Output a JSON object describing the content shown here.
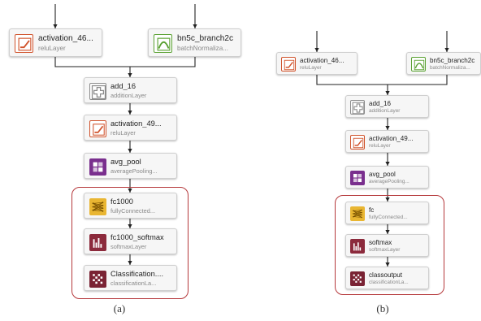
{
  "panels": [
    {
      "caption": "(a)",
      "layers": [
        {
          "name": "activation_46...",
          "type": "reluLayer",
          "icon": "relu-icon"
        },
        {
          "name": "bn5c_branch2c",
          "type": "batchNormaliza...",
          "icon": "batchnorm-icon"
        },
        {
          "name": "add_16",
          "type": "additionLayer",
          "icon": "addition-icon"
        },
        {
          "name": "activation_49...",
          "type": "reluLayer",
          "icon": "relu-icon"
        },
        {
          "name": "avg_pool",
          "type": "averagePooling...",
          "icon": "avgpool-icon"
        },
        {
          "name": "fc1000",
          "type": "fullyConnected...",
          "icon": "fullyconnected-icon"
        },
        {
          "name": "fc1000_softmax",
          "type": "softmaxLayer",
          "icon": "softmax-icon"
        },
        {
          "name": "Classification....",
          "type": "classificationLa...",
          "icon": "classification-icon"
        }
      ]
    },
    {
      "caption": "(b)",
      "layers": [
        {
          "name": "activation_46...",
          "type": "reluLayer",
          "icon": "relu-icon"
        },
        {
          "name": "bn5c_branch2c",
          "type": "batchNormaliza...",
          "icon": "batchnorm-icon"
        },
        {
          "name": "add_16",
          "type": "additionLayer",
          "icon": "addition-icon"
        },
        {
          "name": "activation_49...",
          "type": "reluLayer",
          "icon": "relu-icon"
        },
        {
          "name": "avg_pool",
          "type": "averagePooling...",
          "icon": "avgpool-icon"
        },
        {
          "name": "fc",
          "type": "fullyConnected...",
          "icon": "fullyconnected-icon"
        },
        {
          "name": "softmax",
          "type": "softmaxLayer",
          "icon": "softmax-icon"
        },
        {
          "name": "classoutput",
          "type": "classificationLa...",
          "icon": "classification-icon"
        }
      ]
    }
  ],
  "colors": {
    "relu": "#d0532c",
    "batchnorm": "#5aa132",
    "addition": "#8c8c8c",
    "avgpool": "#7a2f8e",
    "fullyconnected": "#e9b632",
    "softmax": "#8c2a3c",
    "classification": "#7a2334",
    "group_border": "#b5383b"
  }
}
